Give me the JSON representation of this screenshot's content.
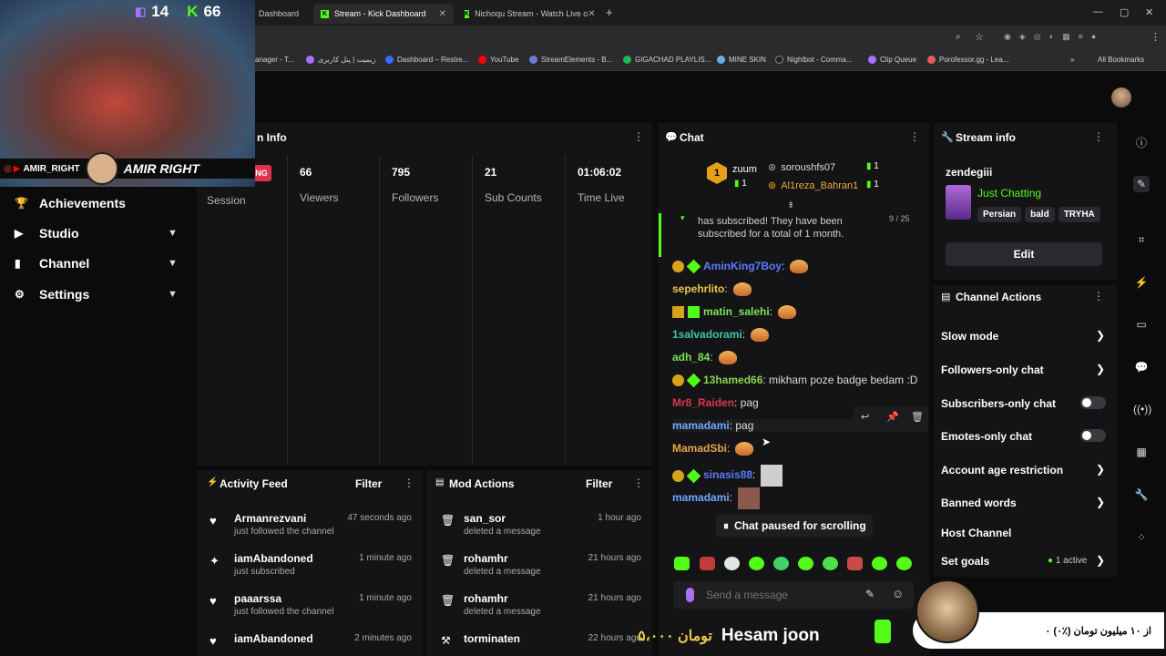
{
  "overlay": {
    "twitch_count": "14",
    "kick_count": "66",
    "streamer_tag": "AMIR_RIGHT",
    "streamer_name": "AMIR RIGHT",
    "donation_name": "Hesam joon",
    "donation_amount": "۵،۰۰۰ تومان",
    "goal_text": "۰ از ۱۰ میلیون تومان (٪۰)"
  },
  "browser": {
    "tabs": [
      {
        "label": "Dashboard"
      },
      {
        "label": "Stream - Kick Dashboard"
      },
      {
        "label": "Nichoqu Stream - Watch Live o"
      }
    ],
    "bookmarks": [
      "anager - T...",
      "زیمیت | پنل کاربری",
      "Dashboard – Restre...",
      "YouTube",
      "StreamElements - B...",
      "GIGACHAD PLAYLIS...",
      "MINE SKIN",
      "Nightbot - Comma...",
      "Clip Queue",
      "Porofessor.gg - Lea...",
      "All Bookmarks"
    ]
  },
  "sidebar": {
    "items": [
      {
        "label": "Achievements",
        "icon": "trophy-icon",
        "has_chevron": false
      },
      {
        "label": "Studio",
        "icon": "studio-icon",
        "has_chevron": true
      },
      {
        "label": "Channel",
        "icon": "channel-icon",
        "has_chevron": true
      },
      {
        "label": "Settings",
        "icon": "gear-icon",
        "has_chevron": true
      }
    ]
  },
  "session": {
    "title": "n Info",
    "live_badge": "NG",
    "session_label": "Session",
    "stats": [
      {
        "value": "66",
        "label": "Viewers"
      },
      {
        "value": "795",
        "label": "Followers"
      },
      {
        "value": "21",
        "label": "Sub Counts"
      },
      {
        "value": "01:06:02",
        "label": "Time Live"
      }
    ]
  },
  "activity_feed": {
    "title": "Activity Feed",
    "filter": "Filter",
    "items": [
      {
        "name": "Armanrezvani",
        "sub": "just followed the channel",
        "time": "47 seconds ago",
        "icon": "heart-icon"
      },
      {
        "name": "iamAbandoned",
        "sub": "just subscribed",
        "time": "1 minute ago",
        "icon": "star-icon"
      },
      {
        "name": "paaarssa",
        "sub": "just followed the channel",
        "time": "1 minute ago",
        "icon": "heart-icon"
      },
      {
        "name": "iamAbandoned",
        "sub": "",
        "time": "2 minutes ago",
        "icon": "heart-icon"
      }
    ]
  },
  "mod_actions": {
    "title": "Mod Actions",
    "filter": "Filter",
    "items": [
      {
        "name": "san_sor",
        "sub": "deleted a message",
        "time": "1 hour ago"
      },
      {
        "name": "rohamhr",
        "sub": "deleted a message",
        "time": "21 hours ago"
      },
      {
        "name": "rohamhr",
        "sub": "deleted a message",
        "time": "21 hours ago"
      },
      {
        "name": "torminaten",
        "sub": "",
        "time": "22 hours ago"
      }
    ]
  },
  "chat": {
    "title": "Chat",
    "top_gifters": [
      {
        "name": "zuum",
        "count": "1",
        "rank": "1"
      },
      {
        "name": "soroushfs07",
        "count": "1"
      },
      {
        "name": "Al1reza_Bahran1",
        "count": "1"
      }
    ],
    "sub_notice": "has subscribed! They have been subscribed for a total of 1 month.",
    "sub_progress": "9 / 25",
    "messages": [
      {
        "user": "AminKing7Boy",
        "text": "",
        "color": "#5a7bff",
        "emote": true
      },
      {
        "user": "sepehrlito",
        "text": "",
        "color": "#e8c84a",
        "emote": true
      },
      {
        "user": "matin_salehi",
        "text": "",
        "color": "#7de35a",
        "emote": true
      },
      {
        "user": "1salvadorami",
        "text": "",
        "color": "#38c9a9",
        "emote": true
      },
      {
        "user": "adh_84",
        "text": "",
        "color": "#7de35a",
        "emote": true
      },
      {
        "user": "13hamed66",
        "text": "mikham poze badge bedam :D",
        "color": "#8ad64a",
        "emote": false
      },
      {
        "user": "Mr8_Raiden",
        "text": "pag",
        "color": "#d9364a",
        "emote": false
      },
      {
        "user": "mamadami",
        "text": "pag",
        "color": "#6fa8ff",
        "emote": false
      },
      {
        "user": "MamadSbi",
        "text": "",
        "color": "#e8a34a",
        "emote": true
      },
      {
        "user": "sinasis88",
        "text": "",
        "color": "#5a7bff",
        "emote": false
      },
      {
        "user": "mamadami",
        "text": "",
        "color": "#6fa8ff",
        "emote": false
      }
    ],
    "paused": "Chat paused for scrolling",
    "input_placeholder": "Send a message"
  },
  "stream_info": {
    "title": "Stream info",
    "channel": "zendegiii",
    "category": "Just Chatting",
    "tags": [
      "Persian",
      "bald",
      "TRYHA"
    ],
    "edit": "Edit"
  },
  "channel_actions": {
    "title": "Channel Actions",
    "items": [
      {
        "label": "Slow mode",
        "control": "arrow"
      },
      {
        "label": "Followers-only chat",
        "control": "arrow"
      },
      {
        "label": "Subscribers-only chat",
        "control": "toggle"
      },
      {
        "label": "Emotes-only chat",
        "control": "toggle"
      },
      {
        "label": "Account age restriction",
        "control": "arrow"
      },
      {
        "label": "Banned words",
        "control": "arrow"
      },
      {
        "label": "Host Channel",
        "control": "none"
      },
      {
        "label": "Set goals",
        "control": "arrow"
      }
    ],
    "goals_status": "1 active"
  },
  "colors": {
    "kick_green": "#53fc18",
    "panel": "#141416",
    "accent_purple": "#a970ff"
  }
}
